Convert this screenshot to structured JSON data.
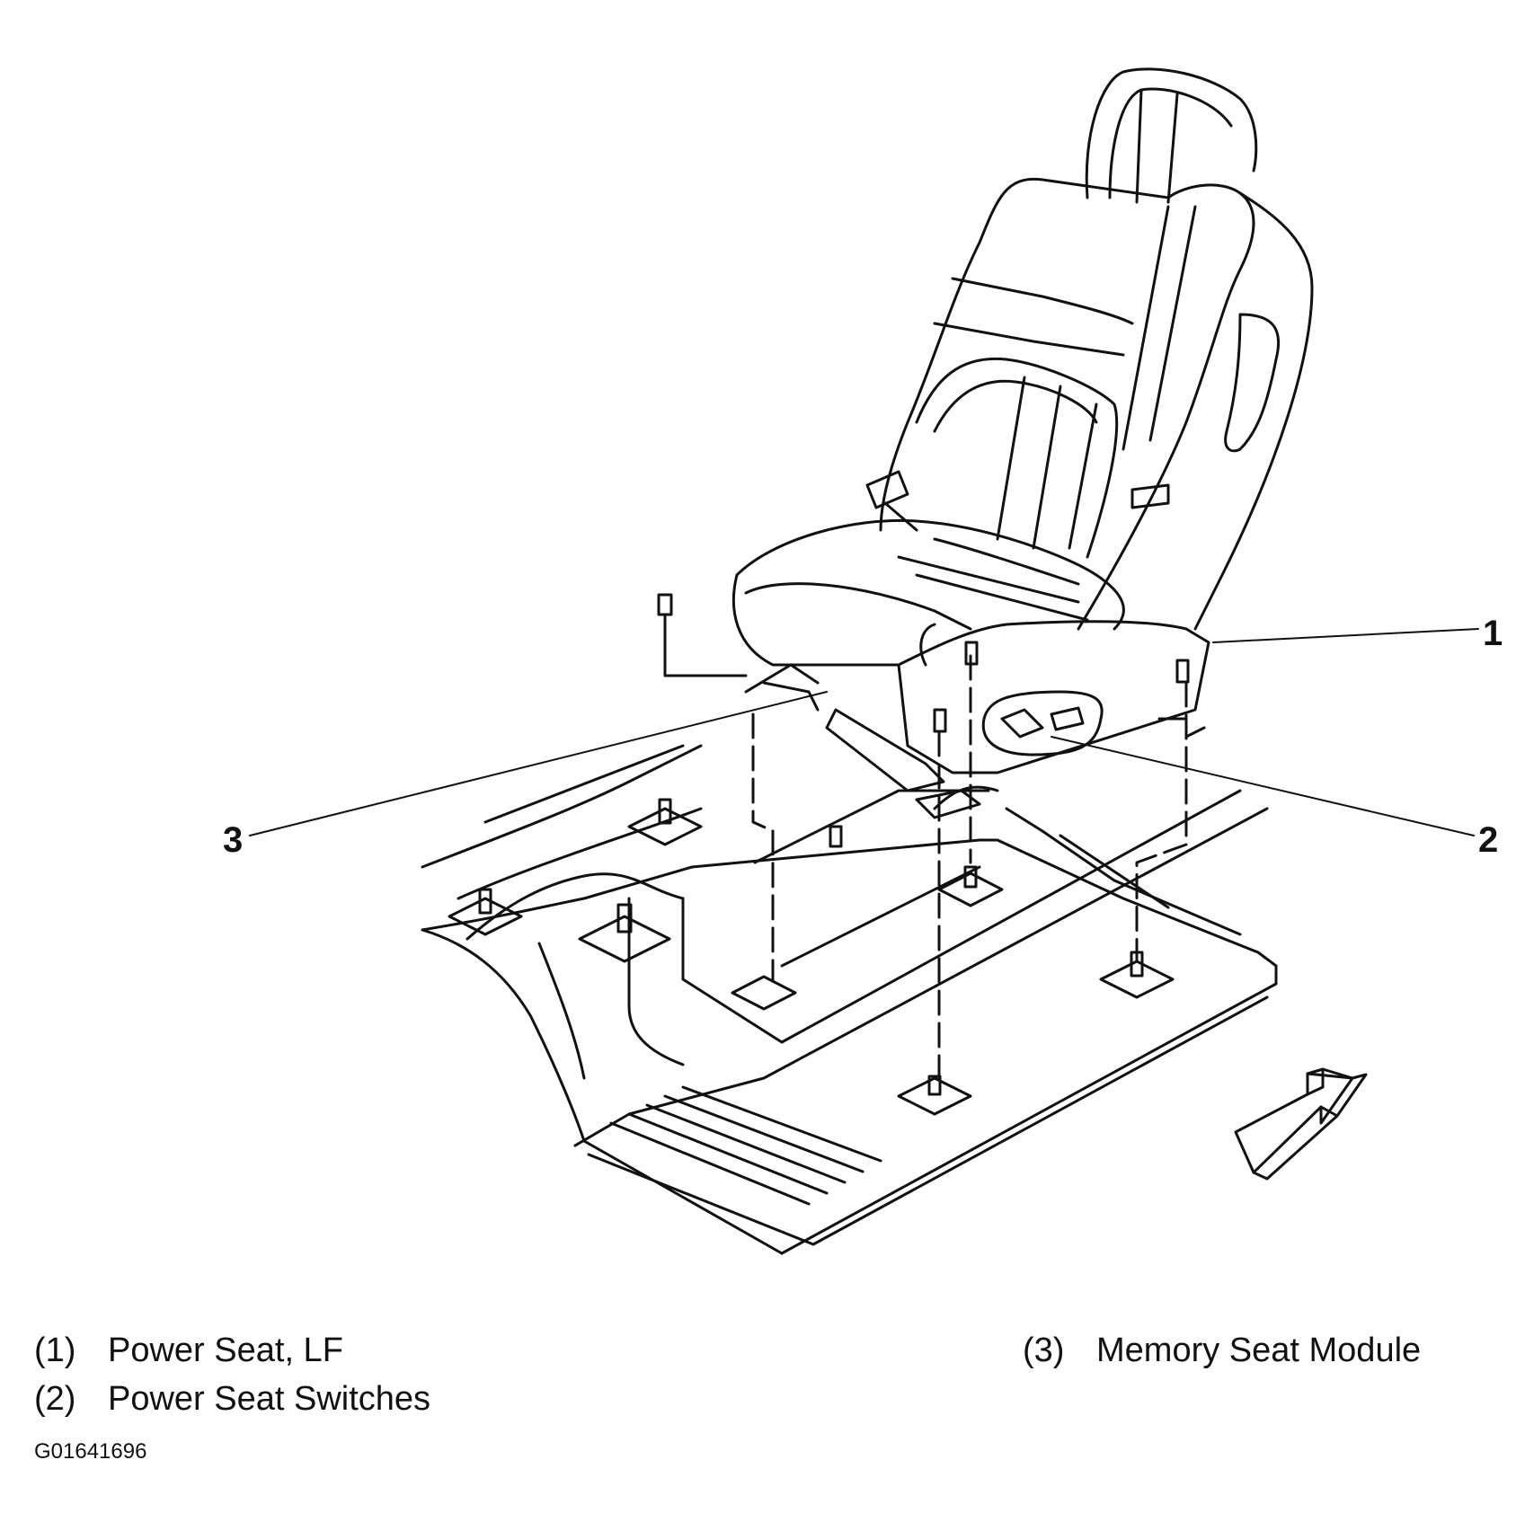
{
  "callouts": [
    {
      "number": "1",
      "text": "Power Seat, LF"
    },
    {
      "number": "2",
      "text": "Power Seat Switches"
    },
    {
      "number": "3",
      "text": "Memory Seat Module"
    }
  ],
  "legend": {
    "item1": {
      "num": "(1)",
      "text": "Power Seat, LF"
    },
    "item2": {
      "num": "(2)",
      "text": "Power Seat Switches"
    },
    "item3": {
      "num": "(3)",
      "text": "Memory Seat Module"
    }
  },
  "figure_id": "G01641696",
  "icons": {
    "direction_arrow": "front-direction-arrow-icon"
  },
  "colors": {
    "line": "#111111",
    "background": "#ffffff"
  }
}
